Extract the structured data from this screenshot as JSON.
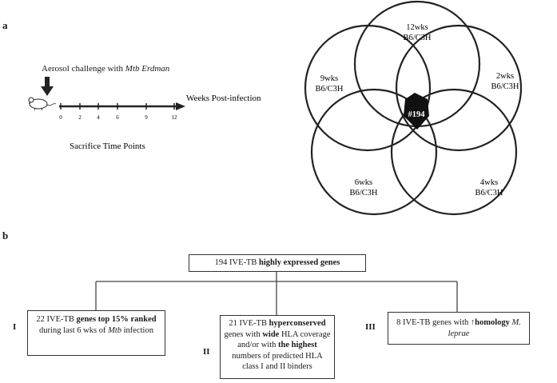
{
  "panel_a_label": "a",
  "panel_b_label": "b",
  "challenge": {
    "prefix": "Aerosol challenge with ",
    "strain": "Mtb Erdman"
  },
  "timeline": {
    "axis_label": "Weeks Post-infection",
    "ticks": [
      "0",
      "2",
      "4",
      "6",
      "9",
      "12"
    ],
    "caption": "Sacrifice Time Points"
  },
  "venn": {
    "center_label": "#194",
    "sets": [
      {
        "weeks": "12wks",
        "strains": "B6/C3H"
      },
      {
        "weeks": "2wks",
        "strains": "B6/C3H"
      },
      {
        "weeks": "4wks",
        "strains": "B6/C3H"
      },
      {
        "weeks": "6wks",
        "strains": "B6/C3H"
      },
      {
        "weeks": "9wks",
        "strains": "B6/C3H"
      }
    ]
  },
  "flow": {
    "root": {
      "pre": "194 IVE-TB ",
      "bold": "highly expressed genes"
    },
    "branches": [
      {
        "numeral": "I",
        "t1": "22 IVE-TB ",
        "b1": "genes top 15% ranked",
        "t2": " during last 6 wks of ",
        "it": "Mtb",
        "t3": " infection"
      },
      {
        "numeral": "II",
        "t1": "21 IVE-TB ",
        "b1": "hyperconserved",
        "t2": " genes with ",
        "b2": "wide",
        "t3": " HLA coverage and/or with ",
        "b3": "the highest",
        "t4": " numbers of predicted HLA class I and II binders"
      },
      {
        "numeral": "III",
        "t1": "8 IVE-TB genes with ",
        "b1": "↑homology",
        "sp": " ",
        "it": "M. leprae"
      }
    ]
  }
}
